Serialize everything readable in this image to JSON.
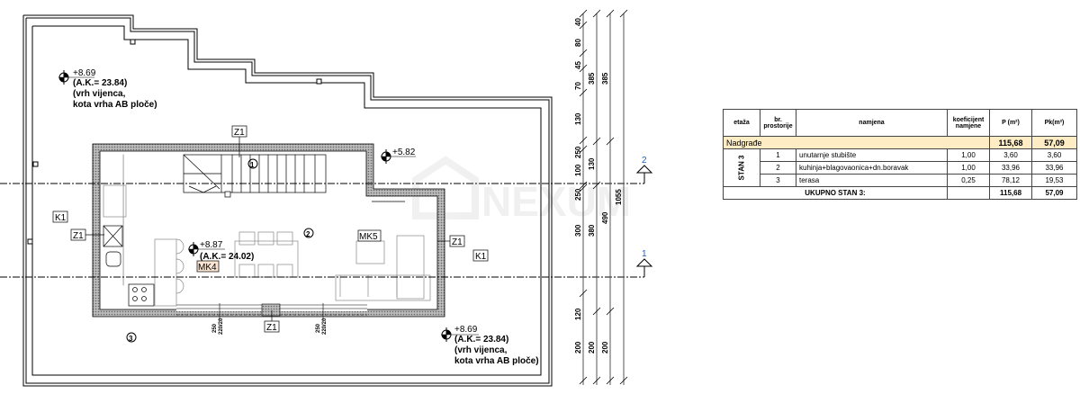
{
  "plan": {
    "elevations": [
      {
        "value": "+8.69",
        "ak": "(A.K.= 23.84)",
        "note1": "(vrh vijenca,",
        "note2": "kota vrha AB ploče)"
      },
      {
        "value": "+8.69",
        "ak": "(A.K.= 23.84)",
        "note1": "(vrh vijenca,",
        "note2": "kota vrha AB ploče)"
      },
      {
        "value": "+5.82"
      },
      {
        "value": "+8.87",
        "ak": "(A.K.= 24.02)"
      }
    ],
    "tags": {
      "z1": "Z1",
      "k1": "K1",
      "mk4": "MK4",
      "mk5": "MK5"
    },
    "rooms": [
      "1",
      "2",
      "3"
    ],
    "opening_dims": [
      "250",
      "220/20"
    ],
    "sections": [
      "2",
      "1"
    ],
    "dimension_chains": {
      "chain1": [
        "40",
        "80",
        "45",
        "70",
        "130",
        "250",
        "100",
        "250",
        "300",
        "120",
        "200"
      ],
      "chain2": [
        "385",
        "130",
        "380",
        "200"
      ],
      "chain3": [
        "385",
        "490",
        "200"
      ],
      "chain4": [
        "1055"
      ]
    },
    "watermark": "NEXUM"
  },
  "table": {
    "headers": {
      "etaza": "etaža",
      "br": "br.",
      "br2": "prostorije",
      "namjena": "namjena",
      "koef": "koeficijent",
      "koef2": "namjene",
      "p": "P (m²)",
      "pk": "Pk(m²)"
    },
    "group": {
      "label": "Nadgrađe",
      "p": "115,68",
      "pk": "57,09"
    },
    "stan": "STAN 3",
    "rows": [
      {
        "br": "1",
        "namjena": "unutarnje stubište",
        "koef": "1,00",
        "p": "3,60",
        "pk": "3,60"
      },
      {
        "br": "2",
        "namjena": "kuhinja+blagovaonica+dn.boravak",
        "koef": "1,00",
        "p": "33,96",
        "pk": "33,96"
      },
      {
        "br": "3",
        "namjena": "terasa",
        "koef": "0,25",
        "p": "78,12",
        "pk": "19,53"
      }
    ],
    "total": {
      "label": "UKUPNO STAN 3:",
      "p": "115,68",
      "pk": "57,09"
    }
  },
  "colors": {
    "hatch": "#9a9a9a",
    "highlight": "#fdecc4",
    "section_number": "#1f5fbf"
  }
}
